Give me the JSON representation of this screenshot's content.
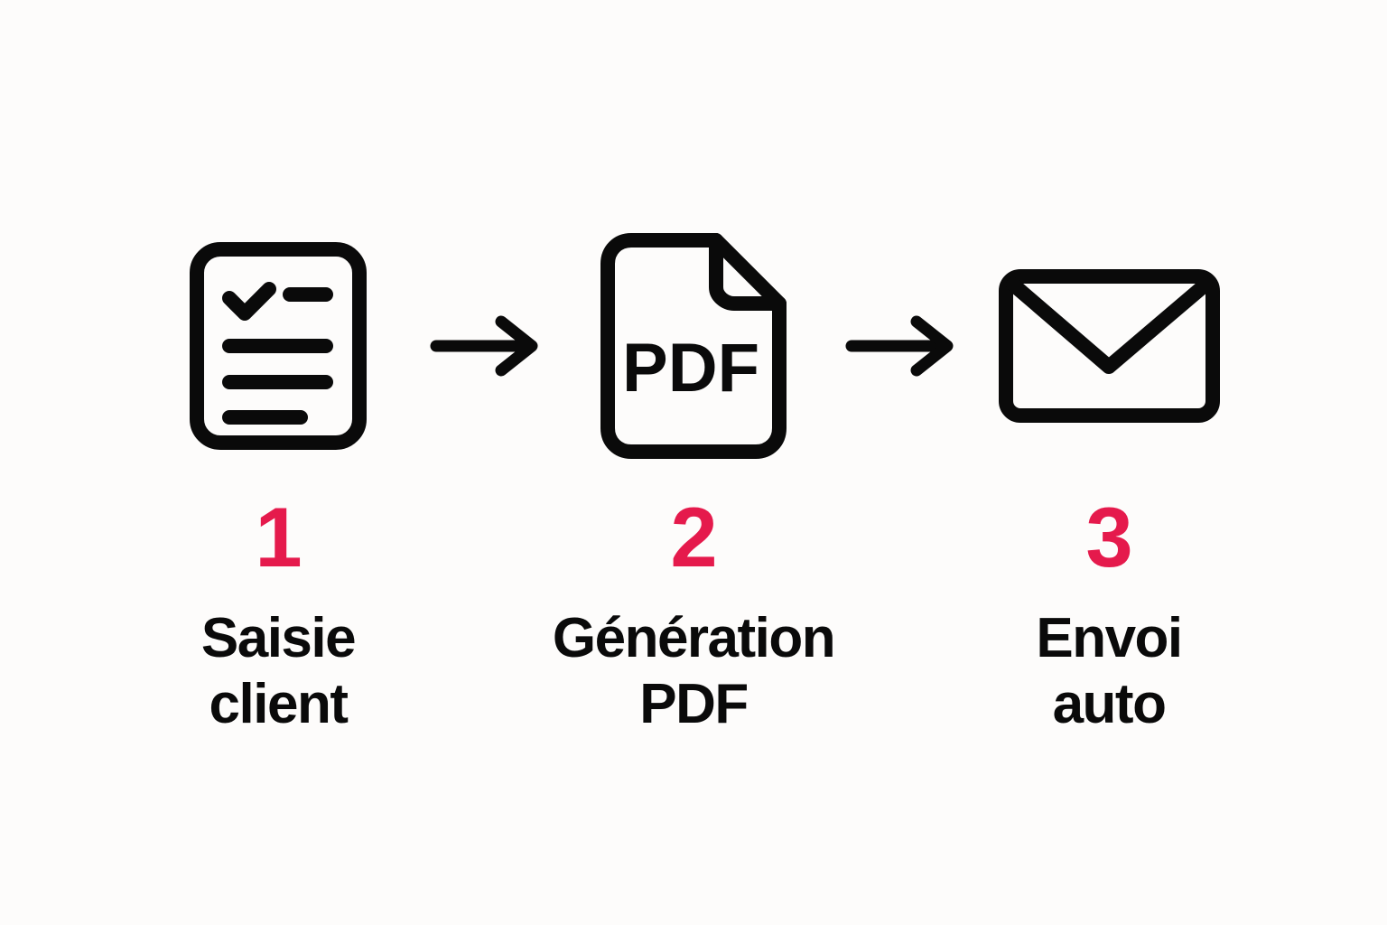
{
  "background_color": "#FDFCFB",
  "accent_color": "#E51A4C",
  "ink_color": "#0A0A0A",
  "diagram": {
    "type": "process-flow",
    "orientation": "horizontal",
    "step_count": 3,
    "steps": [
      {
        "number": "1",
        "label": "Saisie\nclient",
        "icon": "document-checklist-icon",
        "icon_text": ""
      },
      {
        "number": "2",
        "label": "Génération\nPDF",
        "icon": "pdf-file-icon",
        "icon_text": "PDF"
      },
      {
        "number": "3",
        "label": "Envoi\nauto",
        "icon": "envelope-icon",
        "icon_text": ""
      }
    ],
    "connectors": [
      {
        "icon": "arrow-right-icon"
      },
      {
        "icon": "arrow-right-icon"
      }
    ]
  }
}
